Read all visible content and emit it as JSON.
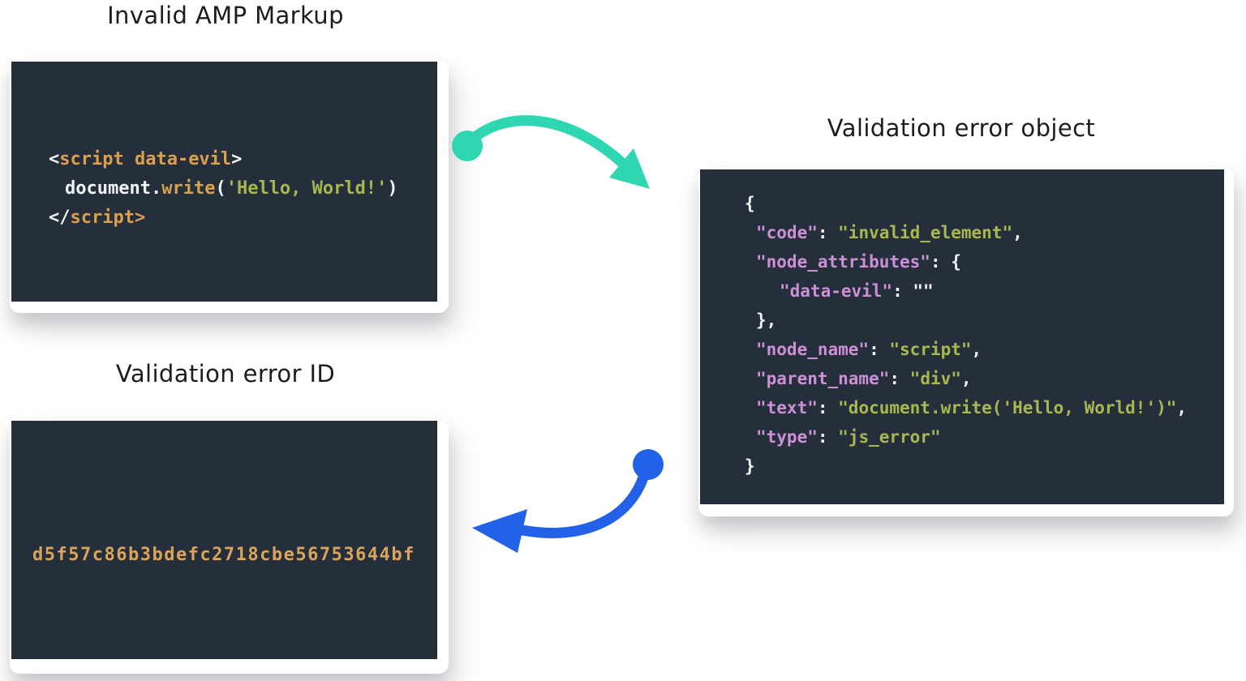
{
  "markup": {
    "title": "Invalid AMP Markup",
    "lines": [
      {
        "ind": 0,
        "seg": [
          {
            "t": "<",
            "c": "plain"
          },
          {
            "t": "script data-evil",
            "c": "tag"
          },
          {
            "t": ">",
            "c": "plain"
          }
        ]
      },
      {
        "ind": 1,
        "seg": [
          {
            "t": "document.",
            "c": "plain"
          },
          {
            "t": "write",
            "c": "tag"
          },
          {
            "t": "(",
            "c": "plain"
          },
          {
            "t": "'Hello, World!'",
            "c": "string"
          },
          {
            "t": ")",
            "c": "plain"
          }
        ]
      },
      {
        "ind": 0,
        "seg": [
          {
            "t": "</",
            "c": "plain"
          },
          {
            "t": "script",
            "c": "tag"
          },
          {
            "t": ">",
            "c": "tag"
          }
        ]
      }
    ]
  },
  "error_object": {
    "title": "Validation error object",
    "lines": [
      {
        "ind": 0,
        "seg": [
          {
            "t": "{",
            "c": "plain"
          }
        ]
      },
      {
        "ind": 1,
        "seg": [
          {
            "t": "\"code\"",
            "c": "key"
          },
          {
            "t": ": ",
            "c": "plain"
          },
          {
            "t": "\"invalid_element\"",
            "c": "string"
          },
          {
            "t": ",",
            "c": "plain"
          }
        ]
      },
      {
        "ind": 1,
        "seg": [
          {
            "t": "\"node_attributes\"",
            "c": "key"
          },
          {
            "t": ": ",
            "c": "plain"
          },
          {
            "t": "{",
            "c": "plain"
          }
        ]
      },
      {
        "ind": 2,
        "seg": [
          {
            "t": "\"data-evil\"",
            "c": "key"
          },
          {
            "t": ": ",
            "c": "plain"
          },
          {
            "t": "\"\"",
            "c": "plain"
          }
        ]
      },
      {
        "ind": 1,
        "seg": [
          {
            "t": "},",
            "c": "plain"
          }
        ]
      },
      {
        "ind": 1,
        "seg": [
          {
            "t": "\"node_name\"",
            "c": "key"
          },
          {
            "t": ": ",
            "c": "plain"
          },
          {
            "t": "\"script\"",
            "c": "string"
          },
          {
            "t": ",",
            "c": "plain"
          }
        ]
      },
      {
        "ind": 1,
        "seg": [
          {
            "t": "\"parent_name\"",
            "c": "key"
          },
          {
            "t": ": ",
            "c": "plain"
          },
          {
            "t": "\"div\"",
            "c": "string"
          },
          {
            "t": ",",
            "c": "plain"
          }
        ]
      },
      {
        "ind": 1,
        "seg": [
          {
            "t": "\"text\"",
            "c": "key"
          },
          {
            "t": ": ",
            "c": "plain"
          },
          {
            "t": "\"document.write('Hello, World!')\"",
            "c": "string"
          },
          {
            "t": ",",
            "c": "plain"
          }
        ]
      },
      {
        "ind": 1,
        "seg": [
          {
            "t": "\"type\"",
            "c": "key"
          },
          {
            "t": ": ",
            "c": "plain"
          },
          {
            "t": "\"js_error\"",
            "c": "string"
          }
        ]
      },
      {
        "ind": 0,
        "seg": [
          {
            "t": "}",
            "c": "plain"
          }
        ]
      }
    ]
  },
  "error_id": {
    "title": "Validation error ID",
    "value": "d5f57c86b3bdefc2718cbe56753644bf"
  },
  "arrows": [
    {
      "name": "arrow-markup-to-error-object",
      "color_ref": "arrow_teal"
    },
    {
      "name": "arrow-error-object-to-error-id",
      "color_ref": "arrow_blue"
    }
  ],
  "colors": {
    "panel_bg": "#252e3b",
    "title_text": "#1c1c1e",
    "id_orange": "#d9a45c",
    "arrow_teal": "#2fd6b2",
    "arrow_blue": "#2261e8",
    "syntax": {
      "plain": "#f2f4f6",
      "tag": "#d9a050",
      "string": "#a9b84e",
      "key": "#cc90d6"
    }
  }
}
